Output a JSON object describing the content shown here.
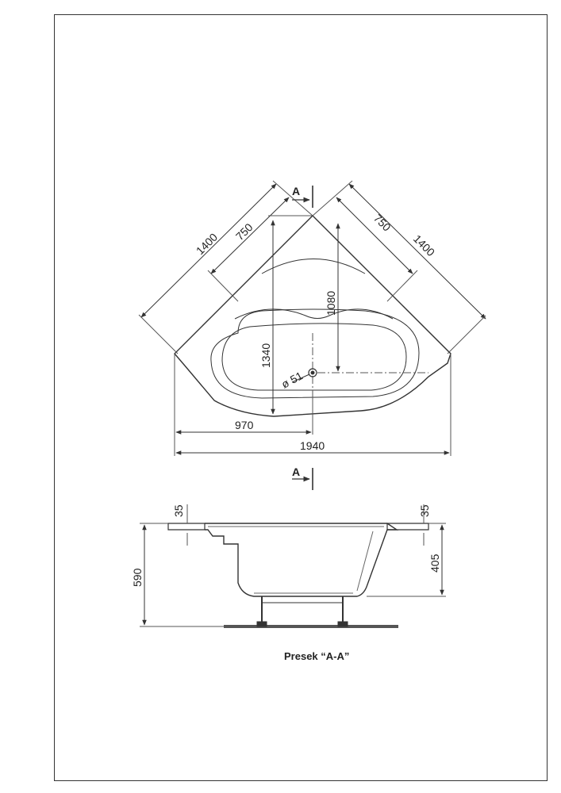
{
  "colors": {
    "line": "#333333",
    "thin": "#555555",
    "background": "#ffffff"
  },
  "plan_view": {
    "section_marker_top": "A",
    "section_marker_bottom": "A",
    "dim_left_outer": "1400",
    "dim_left_inner": "750",
    "dim_right_inner": "750",
    "dim_right_outer": "1400",
    "dim_depth_inner": "1080",
    "dim_depth_total": "1340",
    "dim_drain": "ø 51",
    "dim_half_width": "970",
    "dim_total_width": "1940"
  },
  "section_view": {
    "dim_rim_left": "35",
    "dim_rim_right": "35",
    "dim_total_height": "590",
    "dim_inner_height": "405",
    "caption": "Presek “A-A”"
  }
}
